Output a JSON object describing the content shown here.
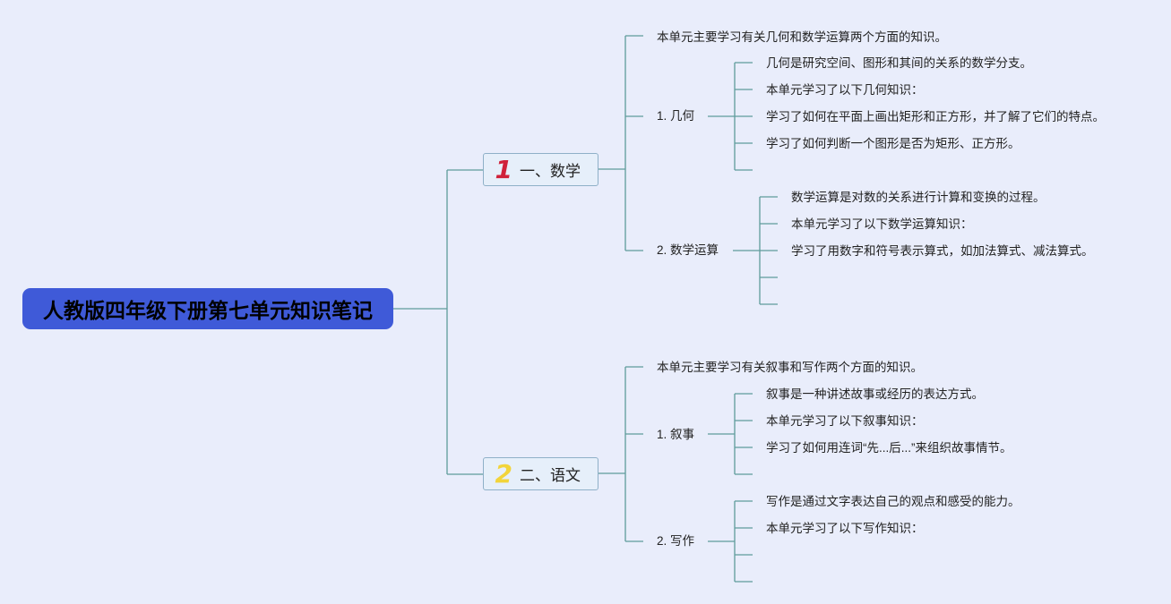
{
  "title": "人教版四年级下册第七单元知识笔记",
  "colors": {
    "background": "#e9edfb",
    "root": "#3f5ad8",
    "section_box": "#e6effa",
    "line": "#5f9b9b",
    "num1": "#d0213a",
    "num2": "#f2d43a"
  },
  "sections": [
    {
      "number": "1",
      "label": "一、数学",
      "intro": "本单元主要学习有关几何和数学运算两个方面的知识。",
      "topics": [
        {
          "label": "1. 几何",
          "items": [
            "几何是研究空间、图形和其间的关系的数学分支。",
            "本单元学习了以下几何知识：",
            "学习了如何在平面上画出矩形和正方形，并了解了它们的特点。",
            "学习了如何判断一个图形是否为矩形、正方形。",
            ""
          ]
        },
        {
          "label": "2. 数学运算",
          "items": [
            "数学运算是对数的关系进行计算和变换的过程。",
            "本单元学习了以下数学运算知识：",
            "学习了用数字和符号表示算式，如加法算式、减法算式。",
            "",
            ""
          ]
        }
      ]
    },
    {
      "number": "2",
      "label": "二、语文",
      "intro": "本单元主要学习有关叙事和写作两个方面的知识。",
      "topics": [
        {
          "label": "1. 叙事",
          "items": [
            "叙事是一种讲述故事或经历的表达方式。",
            "本单元学习了以下叙事知识：",
            "学习了如何用连词“先...后...”来组织故事情节。",
            ""
          ]
        },
        {
          "label": "2. 写作",
          "items": [
            "写作是通过文字表达自己的观点和感受的能力。",
            "本单元学习了以下写作知识：",
            "",
            ""
          ]
        }
      ]
    }
  ]
}
